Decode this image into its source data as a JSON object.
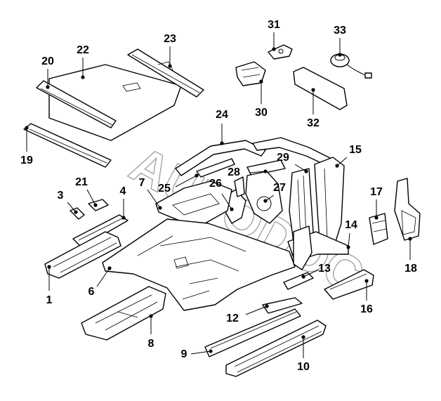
{
  "watermark": "AUTODOC",
  "callouts": [
    {
      "id": "1",
      "label": "1"
    },
    {
      "id": "3",
      "label": "3"
    },
    {
      "id": "4",
      "label": "4"
    },
    {
      "id": "6",
      "label": "6"
    },
    {
      "id": "7",
      "label": "7"
    },
    {
      "id": "8",
      "label": "8"
    },
    {
      "id": "9",
      "label": "9"
    },
    {
      "id": "10",
      "label": "10"
    },
    {
      "id": "12",
      "label": "12"
    },
    {
      "id": "13",
      "label": "13"
    },
    {
      "id": "14",
      "label": "14"
    },
    {
      "id": "15",
      "label": "15"
    },
    {
      "id": "16",
      "label": "16"
    },
    {
      "id": "17",
      "label": "17"
    },
    {
      "id": "18",
      "label": "18"
    },
    {
      "id": "19",
      "label": "19"
    },
    {
      "id": "20",
      "label": "20"
    },
    {
      "id": "21",
      "label": "21"
    },
    {
      "id": "22",
      "label": "22"
    },
    {
      "id": "23",
      "label": "23"
    },
    {
      "id": "24",
      "label": "24"
    },
    {
      "id": "25",
      "label": "25"
    },
    {
      "id": "26",
      "label": "26"
    },
    {
      "id": "27",
      "label": "27"
    },
    {
      "id": "28",
      "label": "28"
    },
    {
      "id": "29",
      "label": "29"
    },
    {
      "id": "30",
      "label": "30"
    },
    {
      "id": "31",
      "label": "31"
    },
    {
      "id": "32",
      "label": "32"
    },
    {
      "id": "33",
      "label": "33"
    }
  ]
}
